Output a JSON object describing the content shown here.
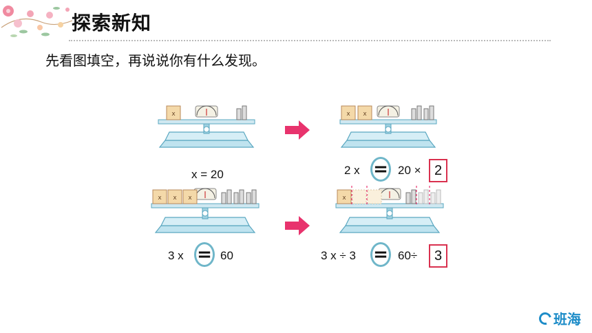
{
  "header": {
    "title": "探索新知"
  },
  "instruction": "先看图填空，再说说你有什么发现。",
  "row1": {
    "left_equation": "x = 20",
    "right_left_term": "2 x",
    "equals_symbol": "=",
    "right_right_term": "20 ×",
    "answer": "2"
  },
  "row2": {
    "left_left_term": "3 x",
    "equals_symbol": "=",
    "left_right_term": "60",
    "right_left_term": "3 x ÷ 3",
    "right_right_term": "60÷",
    "answer": "3"
  },
  "block_label": "ⅹ",
  "brand": "班海",
  "colors": {
    "arrow": "#e8336d",
    "scale_body": "#bfe3ef",
    "scale_stroke": "#5aa7c0",
    "circle": "#6fb6c9",
    "answer_box": "#d9304e",
    "brand": "#1d8cc8"
  }
}
